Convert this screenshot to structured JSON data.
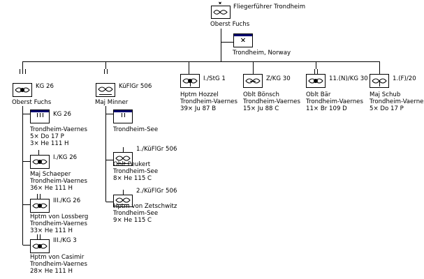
{
  "top": {
    "title": "Fliegerführer Trondheim",
    "commander": "Oberst Fuchs",
    "hq_location": "Trondheim, Norway"
  },
  "groups": [
    {
      "unit": "KG 26",
      "commander": "Oberst Fuchs",
      "hq_location": "Trondheim-Vaernes",
      "hq_aircraft": [
        "5× Do 17 P",
        "3× He 111 H"
      ],
      "subunits": [
        {
          "unit": "I./KG 26",
          "commander": "Maj  Schaeper",
          "location": "Trondheim-Vaernes",
          "aircraft": [
            "36× He 111 H"
          ]
        },
        {
          "unit": "III./KG 26",
          "commander": "Hptm  von Lossberg",
          "location": "Trondheim-Vaernes",
          "aircraft": [
            "33× He 111 H"
          ]
        },
        {
          "unit": "III./KG 3",
          "commander": "Hptm  von Casimir",
          "location": "Trondheim-Vaernes",
          "aircraft": [
            "28× He 111 H"
          ]
        }
      ]
    },
    {
      "unit": "KüFlGr 506",
      "commander": "Maj  Minner",
      "hq_location": "Trondheim-See",
      "hq_aircraft": [],
      "subunits": [
        {
          "unit": "1./KüFlGr 506",
          "commander": "Oblt  Peukert",
          "location": "Trondheim-See",
          "aircraft": [
            "8× He 115 C"
          ]
        },
        {
          "unit": "2./KüFlGr 506",
          "commander": "Hptm  von Zetschwitz",
          "location": "Trondheim-See",
          "aircraft": [
            "9× He 115 C"
          ]
        }
      ]
    }
  ],
  "units": [
    {
      "unit": "I./StG 1",
      "commander": "Hptm  Hozzel",
      "location": "Trondheim-Vaernes",
      "aircraft": "39× Ju 87 B"
    },
    {
      "unit": "Z/KG 30",
      "commander": "Oblt  Bönsch",
      "location": "Trondheim-Vaernes",
      "aircraft": "15× Ju 88 C"
    },
    {
      "unit": "11.(N)/KG 30",
      "commander": "Oblt  Bär",
      "location": "Trondheim-Vaernes",
      "aircraft": "11× Br 109 D"
    },
    {
      "unit": "1.(F)/20",
      "commander": "Maj  Schub",
      "location": "Trondheim-Vaernes",
      "aircraft": "5× Do 17 P"
    }
  ],
  "colors": {
    "hq_bar": "#000070",
    "line": "#000000",
    "background": "#ffffff"
  }
}
